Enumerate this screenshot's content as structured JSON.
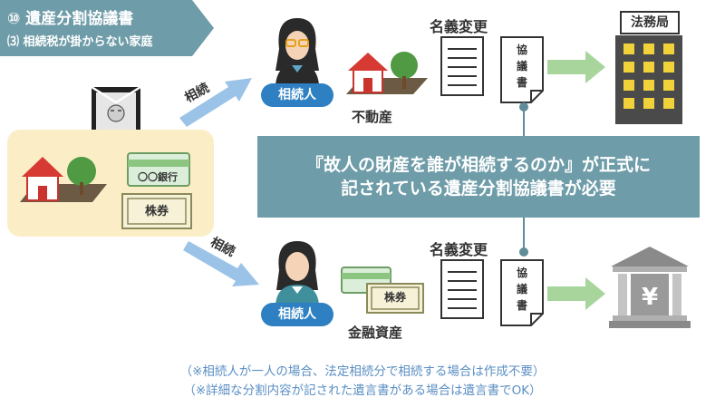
{
  "header": {
    "title": "⑩ 遺産分割協議書",
    "subtitle": "⑶ 相続税が掛からない家庭"
  },
  "estate": {
    "bank_label": "〇〇銀行",
    "stock_label": "株券"
  },
  "arrows": {
    "inherit_top": "相続",
    "inherit_bottom": "相続"
  },
  "heirs": {
    "top": "相続人",
    "bottom": "相続人"
  },
  "assets": {
    "real_estate": "不動産",
    "financial": "金融資産",
    "stock_label": "株券"
  },
  "documents": {
    "name_change_top": "名義変更",
    "name_change_bottom": "名義変更",
    "agreement_char_1": "協",
    "agreement_char_2": "議",
    "agreement_char_3": "書"
  },
  "destinations": {
    "legal_bureau": "法務局",
    "bank_symbol": "¥"
  },
  "message": {
    "line1": "『故人の財産を誰が相続するのか』が正式に",
    "line2": "記されている遺産分割協議書が必要"
  },
  "notes": {
    "note1": "（※相続人が一人の場合、法定相続分で相続する場合は作成不要）",
    "note2": "（※詳細な分割内容が記された遺言書がある場合は遺言書でOK）"
  },
  "colors": {
    "header_bg": "#6e9ca8",
    "estate_bg": "#fbeec6",
    "message_bg": "#6e9ca8",
    "heir_blue": "#2e80c3",
    "arrow_blue": "#9bc3e8",
    "arrow_green": "#a7d59b",
    "note_blue": "#5b8fc4"
  }
}
